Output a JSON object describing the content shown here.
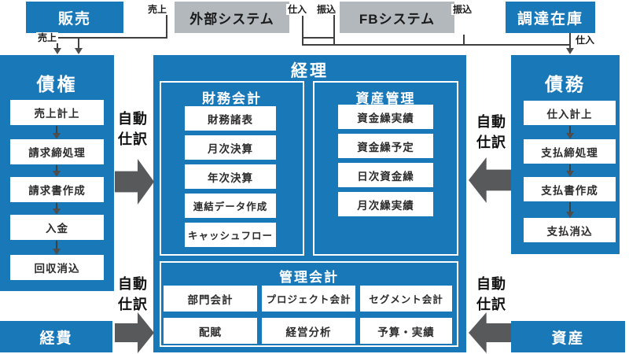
{
  "colors": {
    "primary_blue": "#1878b8",
    "system_gray": "#b2b8bc",
    "big_arrow_gray": "#58595b",
    "connector_line": "#3f3f3f"
  },
  "top_row": {
    "sales": "販売",
    "external_system": "外部システム",
    "fb_system": "FBシステム",
    "procurement": "調達在庫"
  },
  "flow_labels": {
    "sales_under_sales_box": "売上",
    "sales_left_of_external": "売上",
    "purchase_right_of_external": "仕入",
    "transfer_left_of_fb": "振込",
    "transfer_right_of_fb": "振込",
    "purchase_under_procurement": "仕入"
  },
  "receivables": {
    "title": "債権",
    "items": [
      "売上計上",
      "請求締処理",
      "請求書作成",
      "入金",
      "回収消込"
    ]
  },
  "payables": {
    "title": "債務",
    "items": [
      "仕入計上",
      "支払締処理",
      "支払書作成",
      "支払消込"
    ]
  },
  "accounting": {
    "title": "経理",
    "financial": {
      "title": "財務会計",
      "items": [
        "財務諸表",
        "月次決算",
        "年次決算",
        "連結データ作成",
        "キャッシュフロー"
      ]
    },
    "asset_mgmt": {
      "title": "資産管理",
      "items": [
        "資金繰実績",
        "資金繰予定",
        "日次資金繰",
        "月次繰実績"
      ]
    },
    "managerial": {
      "title": "管理会計",
      "items": [
        "部門会計",
        "プロジェクト会計",
        "セグメント会計",
        "配賦",
        "経営分析",
        "予算・実績"
      ]
    }
  },
  "bottom_row": {
    "expenses": "経費",
    "assets": "資産"
  },
  "auto_journal": {
    "line1": "自動",
    "line2": "仕訳"
  }
}
